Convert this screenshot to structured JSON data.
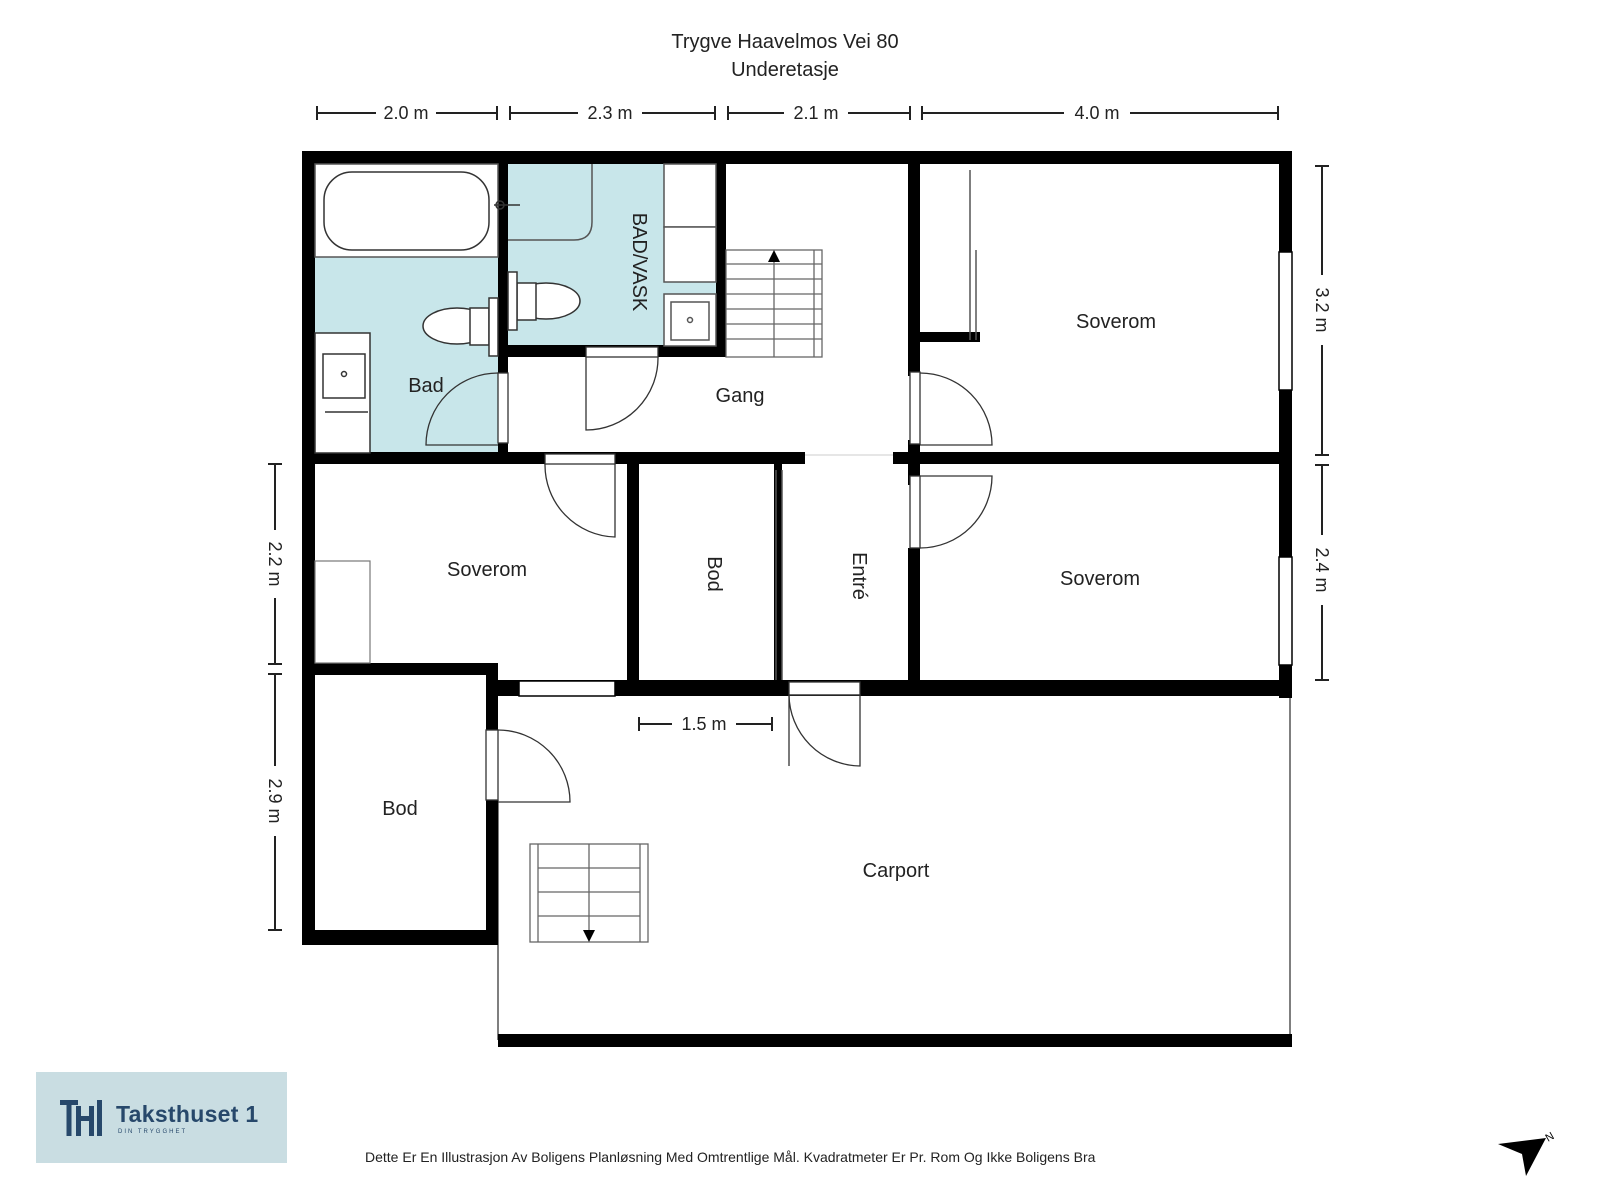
{
  "header": {
    "address": "Trygve Haavelmos Vei 80",
    "floor": "Underetasje"
  },
  "dimensions": {
    "top": [
      "2.0 m",
      "2.3 m",
      "2.1 m",
      "4.0 m"
    ],
    "right": [
      "3.2 m",
      "2.4 m"
    ],
    "left": [
      "2.2 m",
      "2.9 m"
    ],
    "inner": "1.5 m"
  },
  "rooms": {
    "bad": "Bad",
    "bad_vask": "BAD/VASK",
    "gang": "Gang",
    "soverom_upper_right": "Soverom",
    "soverom_left": "Soverom",
    "bod_middle": "Bod",
    "entre": "Entré",
    "soverom_lower_right": "Soverom",
    "bod_left": "Bod",
    "carport": "Carport"
  },
  "colors": {
    "wall": "#000000",
    "wet_room": "#c8e6ea",
    "logo_bg": "#c9dde2",
    "logo_text": "#27486b"
  },
  "logo": {
    "name": "Taksthuset 1",
    "tagline": "DIN TRYGGHET",
    "mark": "TH"
  },
  "footer": {
    "disclaimer": "Dette Er En Illustrasjon Av Boligens Planløsning Med Omtrentlige Mål. Kvadratmeter Er Pr. Rom Og Ikke Boligens Bra"
  },
  "compass": {
    "icon": "north-arrow-icon",
    "letter": "N"
  }
}
